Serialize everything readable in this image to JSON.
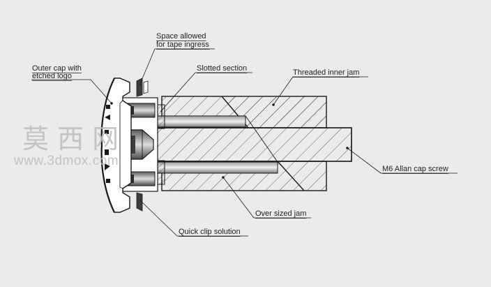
{
  "callouts": [
    {
      "id": "space-allowed",
      "lines": [
        "Space allowed",
        "for tape ingress"
      ]
    },
    {
      "id": "outer-cap",
      "lines": [
        "Outer cap with",
        "etched logo"
      ]
    },
    {
      "id": "slotted-section",
      "lines": [
        "Slotted section"
      ]
    },
    {
      "id": "threaded-inner-jam",
      "lines": [
        "Threaded inner jam"
      ]
    },
    {
      "id": "m6-screw",
      "lines": [
        "M6 Allan cap screw"
      ]
    },
    {
      "id": "oversized-jam",
      "lines": [
        "Over sized jam"
      ]
    },
    {
      "id": "quick-clip",
      "lines": [
        "Quick clip solution"
      ]
    }
  ],
  "watermark": {
    "chinese": "莫 西 网",
    "url": "www.3dmox.com"
  },
  "colors": {
    "background": "#ebebeb",
    "line": "#1a1a1a",
    "part_fill": "#ffffff",
    "dark_fill": "#3c3c3c",
    "watermark": "#bdbdbd"
  }
}
